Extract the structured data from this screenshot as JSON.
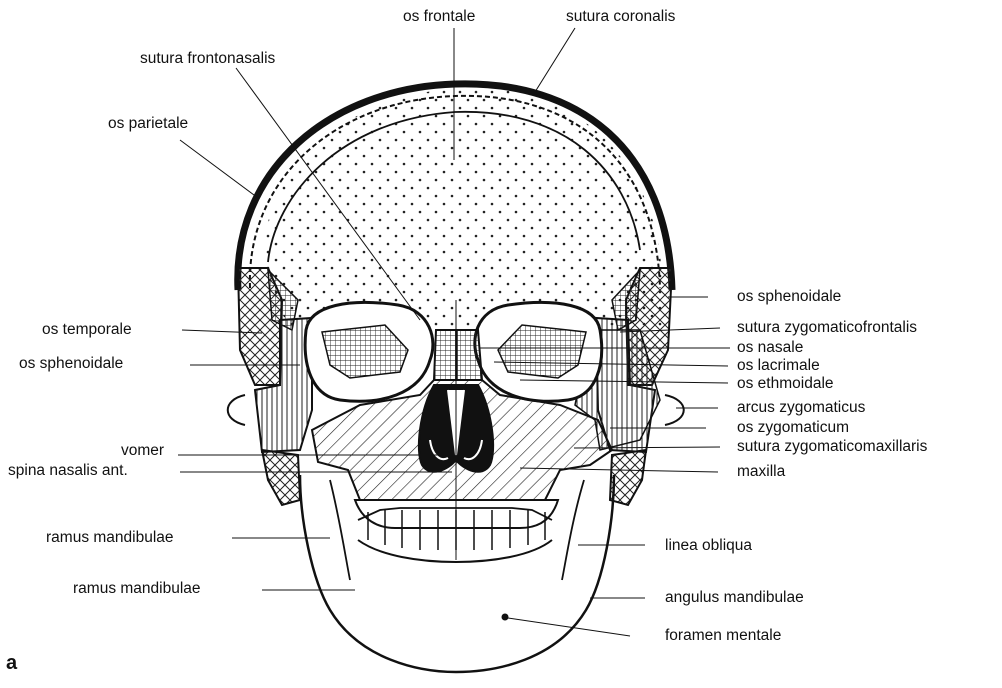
{
  "figure": {
    "panel_letter": "a",
    "labels": {
      "os_frontale": "os frontale",
      "sutura_coronalis": "sutura coronalis",
      "sutura_frontonasalis": "sutura frontonasalis",
      "os_parietale": "os parietale",
      "os_sphenoidale_right": "os sphenoidale",
      "os_temporale": "os temporale",
      "os_sphenoidale_left": "os sphenoidale",
      "sutura_zygomaticofrontalis": "sutura zygomaticofrontalis",
      "os_nasale": "os nasale",
      "os_lacrimale": "os lacrimale",
      "os_ethmoidale": "os ethmoidale",
      "arcus_zygomaticus": "arcus zygomaticus",
      "os_zygomaticum": "os zygomaticum",
      "vomer": "vomer",
      "sutura_zygomaticomaxillaris": "sutura zygomaticomaxillaris",
      "spina_nasalis_ant": "spina nasalis ant.",
      "maxilla": "maxilla",
      "ramus_mandibulae_1": "ramus mandibulae",
      "linea_obliqua": "linea obliqua",
      "ramus_mandibulae_2": "ramus mandibulae",
      "angulus_mandibulae": "angulus mandibulae",
      "foramen_mentale": "foramen mentale"
    }
  }
}
